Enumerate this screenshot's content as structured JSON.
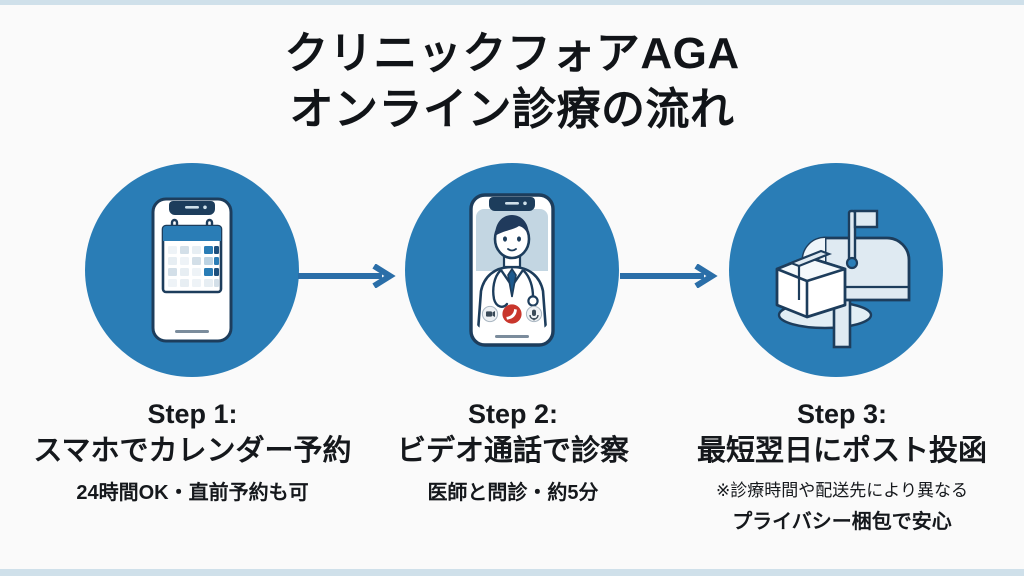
{
  "slide": {
    "background_color": "#fafafa",
    "accent_color": "#2a7db6",
    "text_color": "#15181c",
    "edge_band_color": "#cfe0ea"
  },
  "title": {
    "line1": "クリニックフォアAGA",
    "line2": "オンライン診療の流れ"
  },
  "steps": [
    {
      "label": "Step 1:",
      "headline": "スマホでカレンダー予約",
      "sub": "24時間OK・直前予約も可",
      "icon": "smartphone-calendar-icon"
    },
    {
      "label": "Step 2:",
      "headline": "ビデオ通話で診察",
      "sub": "医師と問診・約5分",
      "icon": "smartphone-video-call-doctor-icon"
    },
    {
      "label": "Step 3:",
      "headline": "最短翌日にポスト投函",
      "note": "※診療時間や配送先により異なる",
      "sub": "プライバシー梱包で安心",
      "icon": "mailbox-package-icon"
    }
  ],
  "connectors": [
    {
      "name": "arrow-step1-to-step2",
      "direction": "right"
    },
    {
      "name": "arrow-step2-to-step3",
      "direction": "right"
    }
  ]
}
